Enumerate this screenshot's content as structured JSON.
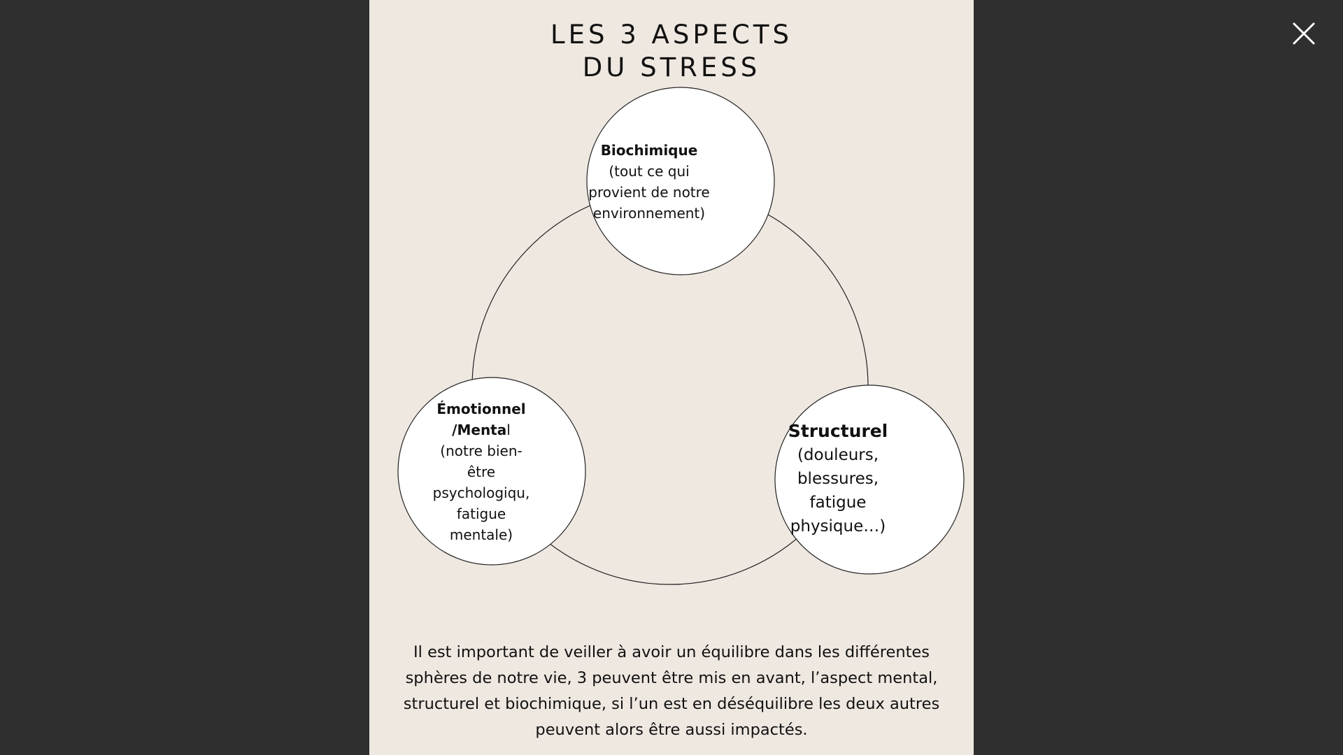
{
  "viewer": {
    "close_label": "×",
    "close_icon": "close-icon"
  },
  "slide": {
    "title_line1": "LES 3 ASPECTS",
    "title_line2": "DU STRESS",
    "nodes": {
      "biochimique": {
        "head": "Biochimique",
        "body_lines": [
          "(tout ce qui",
          "provient de notre",
          "environnement)"
        ]
      },
      "emotionnel": {
        "head_line1": "Émotionnel",
        "head_line2_bold": "/Menta",
        "head_line2_rest": "l",
        "body_lines": [
          "(notre bien-",
          "être",
          "psychologiqu,",
          "fatigue",
          "mentale)"
        ]
      },
      "structurel": {
        "head": "Structurel",
        "body_lines": [
          "(douleurs,",
          "blessures,",
          "fatigue",
          "physique…)"
        ]
      }
    },
    "paragraph_lines": [
      "Il est important de veiller à avoir un équilibre dans les différentes",
      "sphères de notre vie, 3 peuvent être mis en avant, l’aspect mental,",
      "structurel et biochimique, si l’un est en déséquilibre les deux autres",
      "peuvent alors être aussi impactés."
    ]
  },
  "colors": {
    "backdrop": "#2f2f2f",
    "page": "#efe8e1",
    "text": "#111111"
  }
}
